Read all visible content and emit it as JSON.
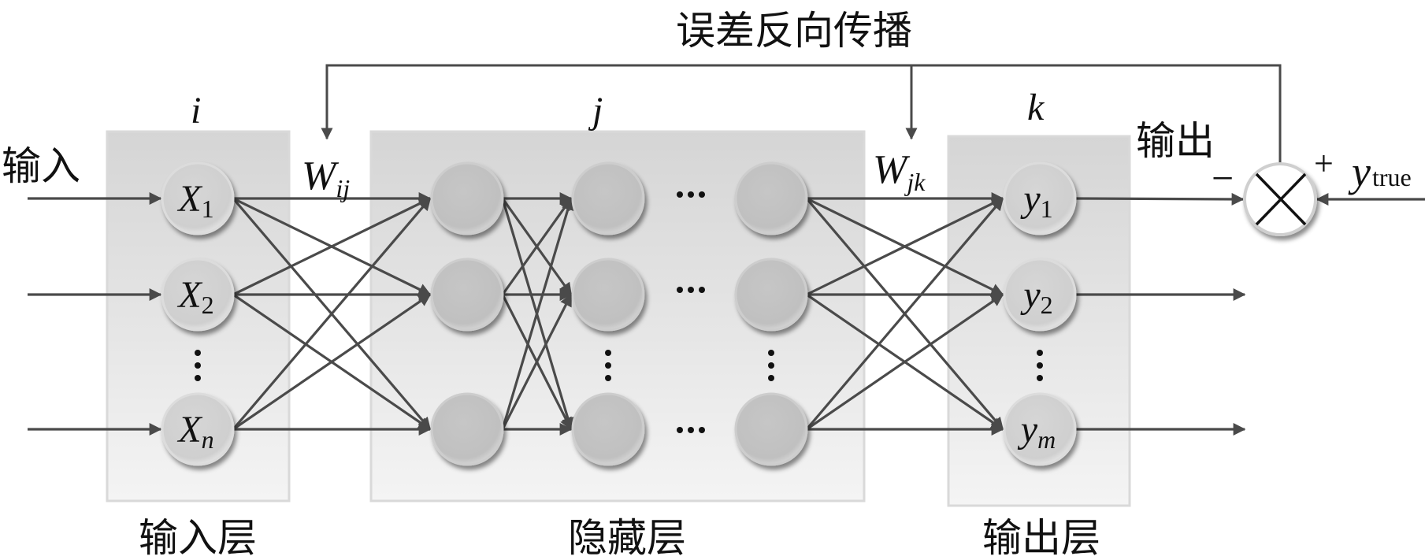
{
  "title": "误差反向传播",
  "input_label": "输入",
  "output_label": "输出",
  "layers": {
    "input": {
      "index_symbol": "i",
      "caption": "输入层",
      "nodes": [
        {
          "base": "X",
          "sub": "1"
        },
        {
          "base": "X",
          "sub": "2"
        },
        {
          "base": "X",
          "sub": "n"
        }
      ]
    },
    "hidden": {
      "index_symbol": "j",
      "caption": "隐藏层",
      "columns": 3,
      "rows": 3
    },
    "output": {
      "index_symbol": "k",
      "caption": "输出层",
      "nodes": [
        {
          "base": "y",
          "sub": "1"
        },
        {
          "base": "y",
          "sub": "2"
        },
        {
          "base": "y",
          "sub": "m"
        }
      ]
    }
  },
  "weights": {
    "input_hidden": {
      "base": "W",
      "sub": "ij"
    },
    "hidden_output": {
      "base": "W",
      "sub": "jk"
    }
  },
  "comparator": {
    "minus_sign": "−",
    "plus_sign": "+",
    "target": {
      "base": "y",
      "sub": "true"
    }
  },
  "ellipsis": {
    "horizontal": "···",
    "vertical": "⋮"
  },
  "colors": {
    "line": "#4a4a4a",
    "node_io": "#d2d2d2",
    "node_hidden": "#c3c3c3",
    "box_top": "#d5d5d5",
    "box_bottom": "#f4f4f4"
  }
}
